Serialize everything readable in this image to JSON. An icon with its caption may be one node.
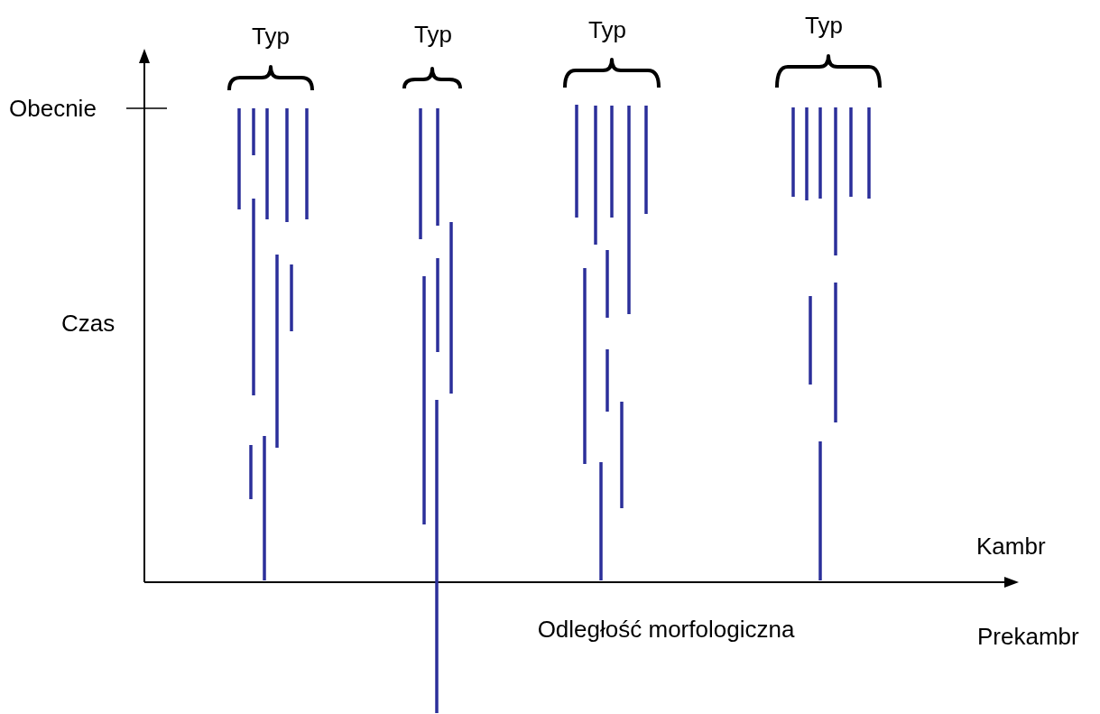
{
  "diagram": {
    "labels": [
      "Typ",
      "Typ",
      "Typ",
      "Typ",
      "Obecnie",
      "Czas",
      "Kambr",
      "Odległość morfologiczna",
      "Prekambr"
    ]
  }
}
